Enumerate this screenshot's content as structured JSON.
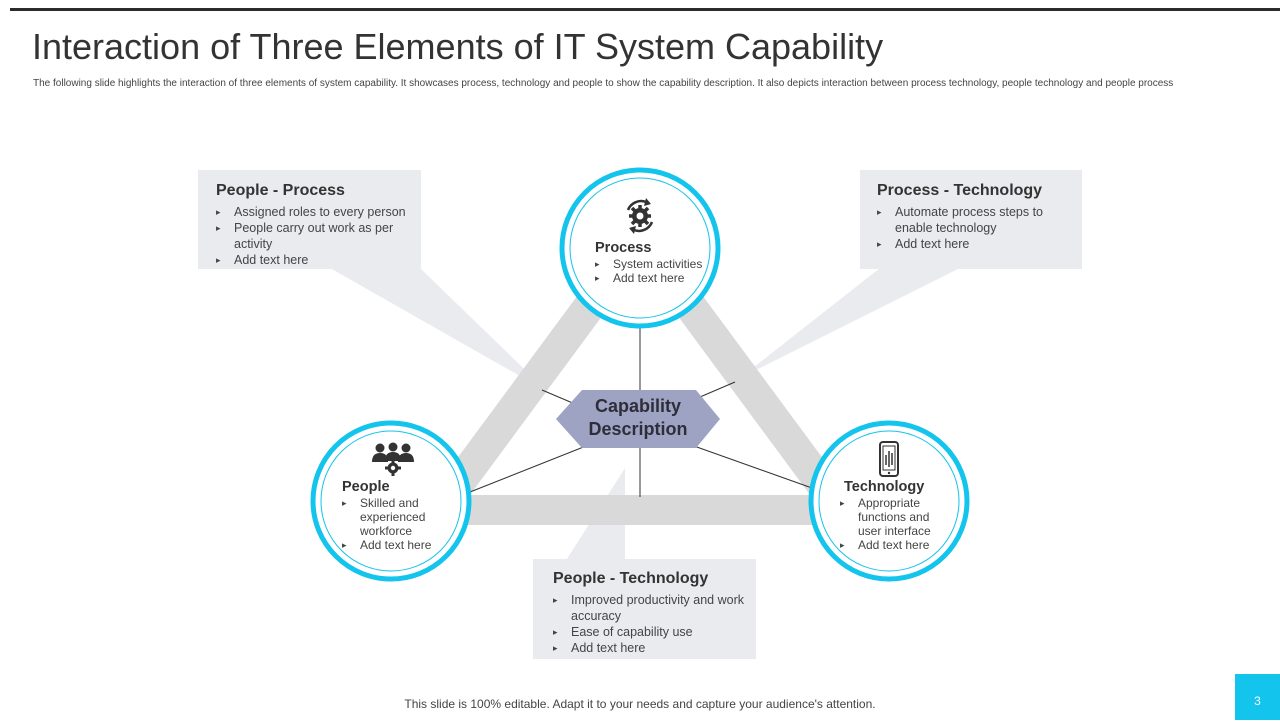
{
  "slide": {
    "title": "Interaction of Three Elements of IT System Capability",
    "subtitle": "The following slide highlights the interaction of three elements of system capability. It showcases process, technology and people to show the capability description. It also depicts interaction between process technology, people technology and people process",
    "footer": "This slide is 100% editable. Adapt it to your needs and capture your audience's attention.",
    "page_number": "3"
  },
  "colors": {
    "accent": "#13c4ec",
    "hexagon": "#9ea3c4",
    "callout_bg": "#eaebef",
    "triangle_band": "#d9d9d9"
  },
  "center": {
    "line1": "Capability",
    "line2": "Description"
  },
  "nodes": {
    "process": {
      "title": "Process",
      "icon": "gear-cycle-icon",
      "items": [
        "System activities",
        "Add text here"
      ]
    },
    "people": {
      "title": "People",
      "icon": "team-gear-icon",
      "items": [
        "Skilled and experienced workforce",
        "Add text here"
      ]
    },
    "technology": {
      "title": "Technology",
      "icon": "smartphone-icon",
      "items": [
        "Appropriate functions and user interface",
        "Add text here"
      ]
    }
  },
  "callouts": {
    "people_process": {
      "title": "People - Process",
      "items": [
        "Assigned roles to every person",
        "People carry out work as per activity",
        "Add text here"
      ]
    },
    "process_technology": {
      "title": "Process - Technology",
      "items": [
        "Automate process steps to enable technology",
        "Add text here"
      ]
    },
    "people_technology": {
      "title": "People - Technology",
      "items": [
        "Improved productivity and work accuracy",
        "Ease of capability use",
        "Add text here"
      ]
    }
  }
}
